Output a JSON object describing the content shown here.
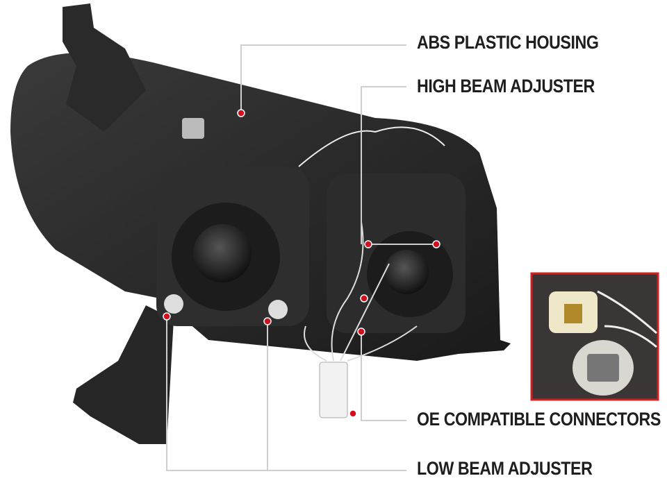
{
  "callouts": {
    "housing": "ABS PLASTIC HOUSING",
    "high_beam": "HIGH BEAM ADJUSTER",
    "connectors": "OE COMPATIBLE CONNECTORS",
    "low_beam": "LOW BEAM ADJUSTER"
  },
  "colors": {
    "marker": "#d01020",
    "leader_line": "#c8c8c8",
    "inset_border": "#d02020"
  }
}
